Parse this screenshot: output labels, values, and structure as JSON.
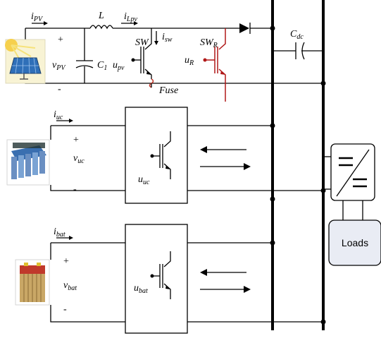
{
  "labels": {
    "i_pv_main": "i",
    "i_pv_sub": "PV",
    "L": "L",
    "i_lpv_main": "i",
    "i_lpv_sub": "Lpv",
    "i_sw_main": "i",
    "i_sw_sub": "sw",
    "sw": "SW",
    "sw_r_main": "SW",
    "sw_r_sub": "R",
    "c_dc_main": "C",
    "c_dc_sub": "dc",
    "plus_pv": "+",
    "minus_pv": "-",
    "v_pv_main": "v",
    "v_pv_sub": "PV",
    "c1_main": "C",
    "c1_sub": "1",
    "u_pv_main": "u",
    "u_pv_sub": "pv",
    "u_r_main": "u",
    "u_r_sub": "R",
    "fuse": "Fuse",
    "i_uc_main": "i",
    "i_uc_sub": "uc",
    "plus_uc": "+",
    "minus_uc": "-",
    "v_uc_main": "v",
    "v_uc_sub": "uc",
    "u_uc_main": "u",
    "u_uc_sub": "uc",
    "i_bat_main": "i",
    "i_bat_sub": "bat",
    "plus_bat": "+",
    "minus_bat": "-",
    "v_bat_main": "v",
    "v_bat_sub": "bat",
    "u_bat_main": "u",
    "u_bat_sub": "bat",
    "loads": "Loads"
  },
  "colors": {
    "wire": "#000000",
    "bypass_switch": "#b01818",
    "fuse": "#c0392b",
    "loads_box_fill": "#e9ecf4",
    "panel_blue": "#2f6fb8",
    "sun_yellow": "#f6d04d"
  }
}
